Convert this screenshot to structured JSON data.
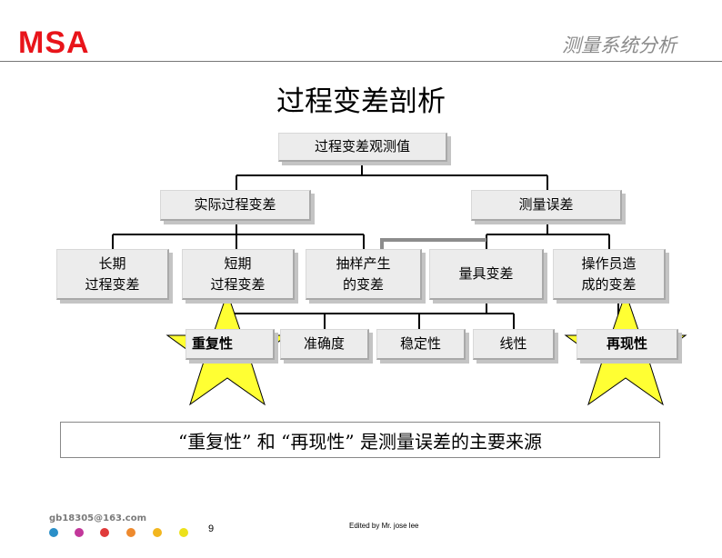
{
  "header": {
    "logo": "MSA",
    "subtitle": "测量系统分析"
  },
  "slide": {
    "title": "过程变差剖析"
  },
  "tree": {
    "root": "过程变差观测值",
    "level1": {
      "process": "实际过程变差",
      "measurement": "测量误差"
    },
    "level2": {
      "long_term": [
        "长期",
        "过程变差"
      ],
      "short_term": [
        "短期",
        "过程变差"
      ],
      "sampling": [
        "抽样产生",
        "的变差"
      ],
      "gauge": "量具变差",
      "operator": [
        "操作员造",
        "成的变差"
      ]
    },
    "level3": {
      "repeatability": "重复性",
      "accuracy": "准确度",
      "stability": "稳定性",
      "linearity": "线性",
      "reproducibility": "再现性"
    }
  },
  "banner": "“重复性” 和 “再现性” 是测量误差的主要来源",
  "footer": {
    "email": "gb18305@163.com",
    "page": "9",
    "edited": "Edited by Mr. jose lee"
  },
  "colors": {
    "logo": "#e8141a",
    "star": "#ffff33",
    "dots": [
      "#2a8fc8",
      "#c2379a",
      "#e03a3a",
      "#ee8a2e",
      "#f2b61f",
      "#ece11b"
    ]
  }
}
